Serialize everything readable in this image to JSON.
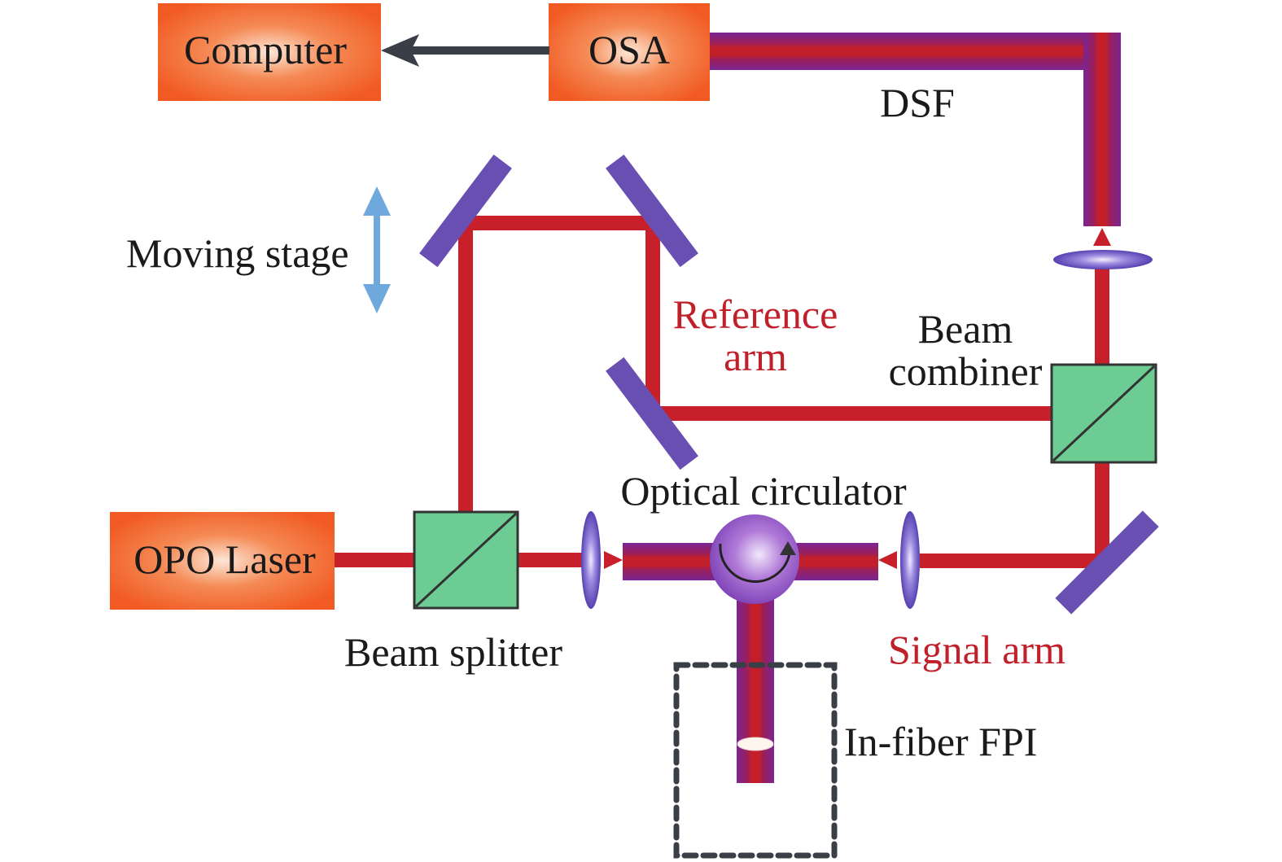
{
  "colors": {
    "box_fill": "#f15a22",
    "box_glow": "#fde0cc",
    "beam": "#c8202a",
    "fiber_outer": "#7a2595",
    "mirror": "#6a4fb3",
    "cube": "#6dcb94",
    "stage_arrow": "#6fa8dc",
    "data_arrow": "#3a3f47",
    "lens": "#5b3fb0"
  },
  "boxes": {
    "computer": "Computer",
    "osa": "OSA",
    "opo_laser": "OPO Laser"
  },
  "labels": {
    "dsf": "DSF",
    "moving_stage": "Moving stage",
    "reference_arm_line1": "Reference",
    "reference_arm_line2": "arm",
    "beam_combiner_line1": "Beam",
    "beam_combiner_line2": "combiner",
    "optical_circulator": "Optical circulator",
    "beam_splitter": "Beam splitter",
    "signal_arm": "Signal arm",
    "in_fiber_fpi": "In-fiber FPI"
  }
}
